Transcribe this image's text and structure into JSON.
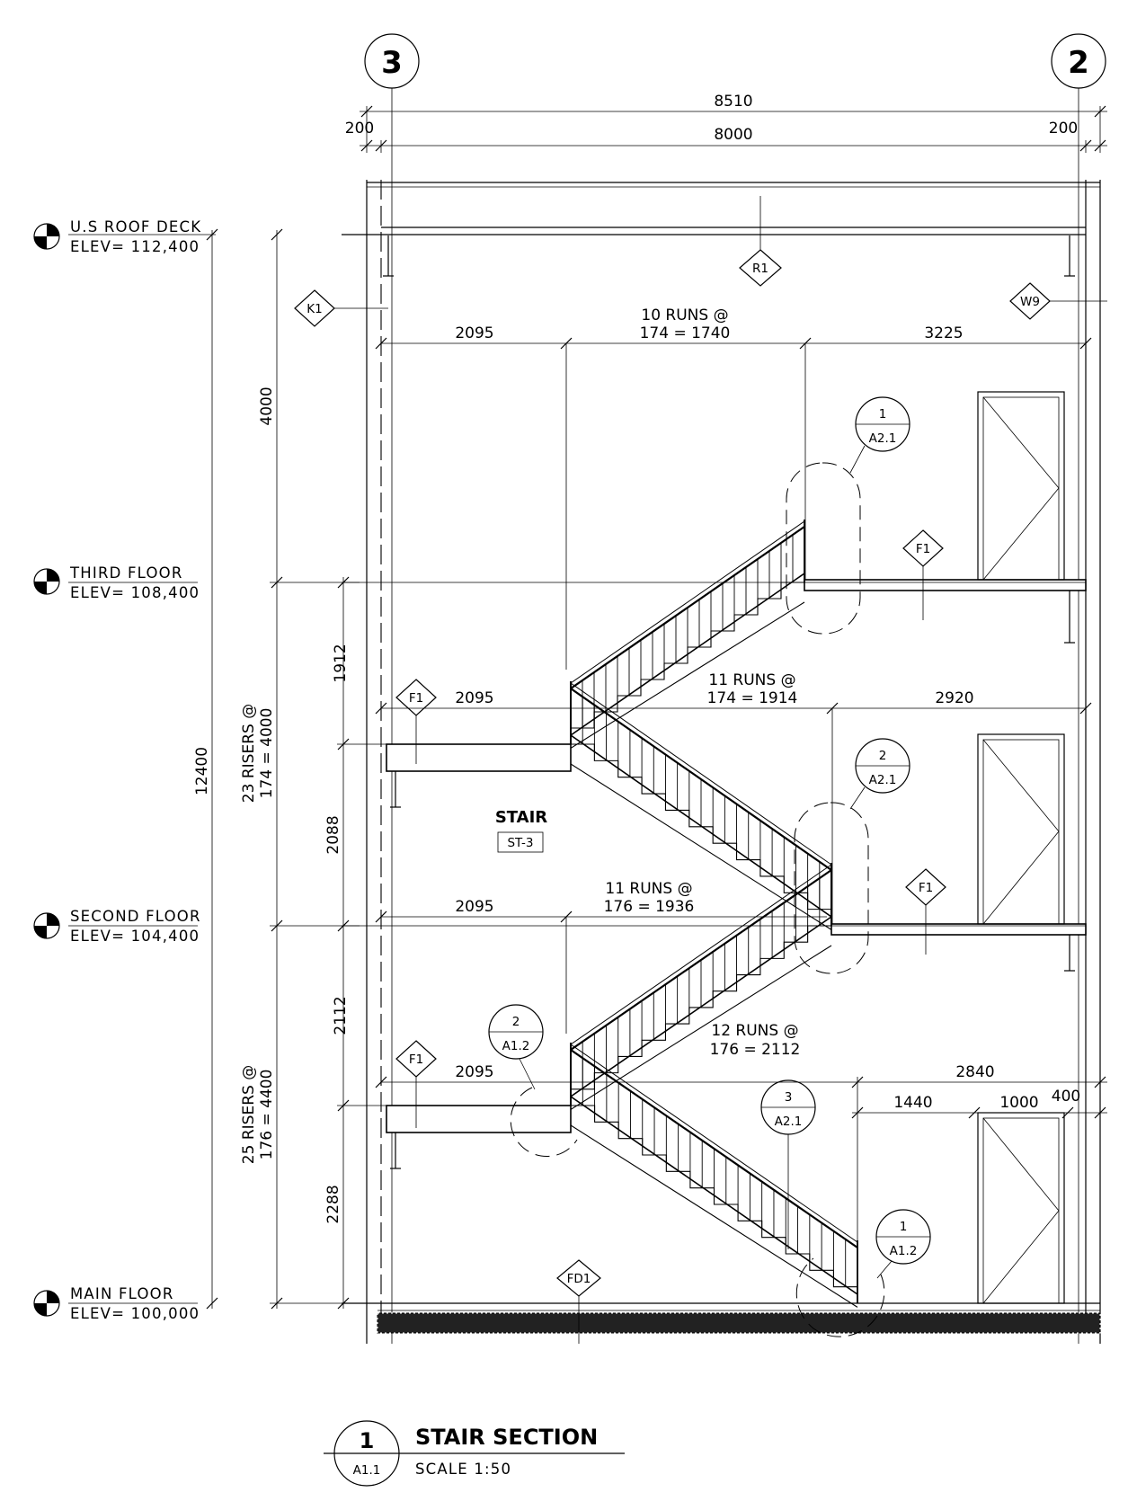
{
  "grid": {
    "left": "3",
    "right": "2"
  },
  "overall_dims": {
    "total": "8510",
    "inner": "8000",
    "left_wall": "200",
    "right_wall": "200"
  },
  "levels": [
    {
      "name": "U.S ROOF DECK",
      "elev": "ELEV= 112,400"
    },
    {
      "name": "THIRD FLOOR",
      "elev": "ELEV= 108,400"
    },
    {
      "name": "SECOND FLOOR",
      "elev": "ELEV= 104,400"
    },
    {
      "name": "MAIN FLOOR",
      "elev": "ELEV= 100,000"
    }
  ],
  "vertical_dims": {
    "total": "12400",
    "upper_risers": [
      "23 RISERS @",
      "174 = 4000"
    ],
    "lower_risers": [
      "25 RISERS @",
      "176 = 4400"
    ],
    "roof_to_third": "4000",
    "third_to_landing": "1912",
    "landing_to_second": "2088",
    "second_to_landing": "2112",
    "landing_to_main": "2288"
  },
  "runs": {
    "top": {
      "left": "2095",
      "label1": "10 RUNS @",
      "label2": "174 = 1740",
      "right": "3225"
    },
    "upper_landing": {
      "left": "2095",
      "label1": "11 RUNS @",
      "label2": "174 = 1914",
      "right": "2920"
    },
    "second": {
      "left": "2095",
      "label1": "11 RUNS @",
      "label2": "176 = 1936"
    },
    "lower_landing": {
      "left": "2095",
      "label1": "12 RUNS @",
      "label2": "176 = 2112",
      "right": "2840",
      "sub1": "1440",
      "sub2": "1000",
      "sub3": "400"
    }
  },
  "tags": {
    "r1": "R1",
    "k1": "K1",
    "w9": "W9",
    "f1": "F1",
    "fd1": "FD1"
  },
  "details": [
    {
      "num": "1",
      "sheet": "A2.1"
    },
    {
      "num": "2",
      "sheet": "A2.1"
    },
    {
      "num": "2",
      "sheet": "A1.2"
    },
    {
      "num": "3",
      "sheet": "A2.1"
    },
    {
      "num": "1",
      "sheet": "A1.2"
    }
  ],
  "stair_label": {
    "title": "STAIR",
    "tag": "ST-3"
  },
  "title_block": {
    "num": "1",
    "sheet": "A1.1",
    "title": "STAIR SECTION",
    "scale": "SCALE 1:50"
  }
}
